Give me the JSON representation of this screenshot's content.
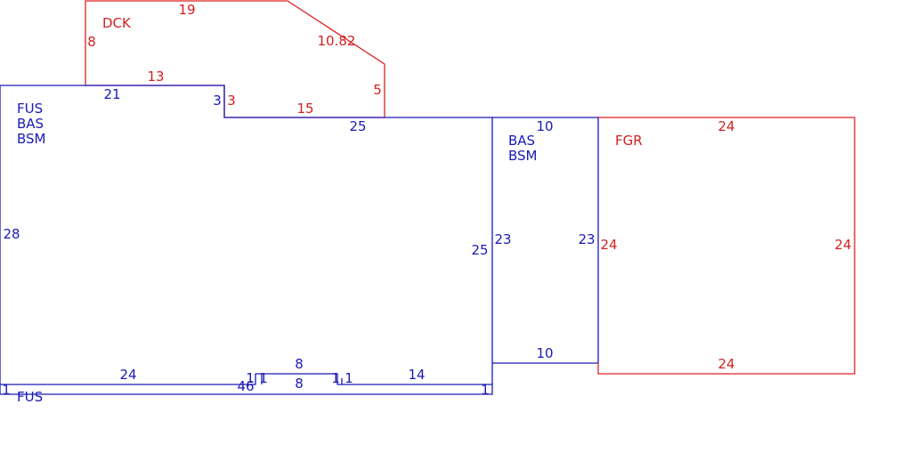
{
  "colors": {
    "blue": "#1a1ab8",
    "red": "#d42020"
  },
  "areas": {
    "dck": {
      "label": "DCK",
      "dims": [
        "19",
        "8",
        "10.82",
        "13",
        "5",
        "3",
        "15"
      ]
    },
    "main": {
      "labels": [
        "FUS",
        "BAS",
        "BSM"
      ],
      "dims": [
        "21",
        "3",
        "25",
        "28",
        "25",
        "24",
        "8",
        "14",
        "8",
        "1",
        "1",
        "1",
        "1",
        "46"
      ]
    },
    "fus_strip": {
      "label": "FUS",
      "dims": [
        "1",
        "1"
      ]
    },
    "bas_bsm": {
      "labels": [
        "BAS",
        "BSM"
      ],
      "dims": [
        "10",
        "23",
        "23",
        "10"
      ]
    },
    "fgr": {
      "label": "FGR",
      "dims": [
        "24",
        "24",
        "24",
        "24"
      ]
    }
  }
}
